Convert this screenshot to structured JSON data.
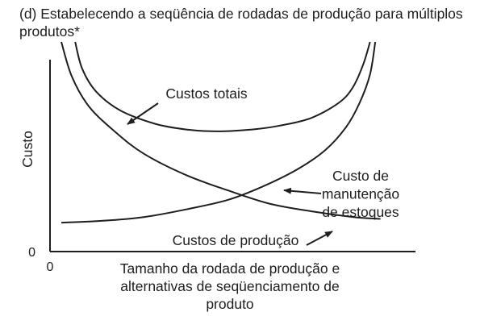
{
  "chart_data": {
    "type": "line",
    "title": "(d) Estabelecendo a seqüência de rodadas de produção para múltiplos produtos*",
    "ylabel": "Custo",
    "xlabel": "Tamanho da rodada de produção e alternativas de seqüenciamento de produto",
    "origin_x_label": "0",
    "origin_y_label": "0",
    "grid": false,
    "legend": "none",
    "axis_color": "#1e1e1e",
    "series": [
      {
        "name": "Custos totais",
        "values": [
          [
            0.04,
            1.0
          ],
          [
            0.06,
            0.86
          ],
          [
            0.1,
            0.74
          ],
          [
            0.17,
            0.64
          ],
          [
            0.27,
            0.57
          ],
          [
            0.36,
            0.54
          ],
          [
            0.45,
            0.53
          ],
          [
            0.55,
            0.54
          ],
          [
            0.63,
            0.56
          ],
          [
            0.72,
            0.6
          ],
          [
            0.8,
            0.68
          ],
          [
            0.84,
            0.76
          ],
          [
            0.87,
            0.88
          ],
          [
            0.89,
            1.0
          ]
        ]
      },
      {
        "name": "Custos de produção",
        "values": [
          [
            0.0,
            1.0
          ],
          [
            0.03,
            0.82
          ],
          [
            0.08,
            0.66
          ],
          [
            0.16,
            0.52
          ],
          [
            0.24,
            0.41
          ],
          [
            0.36,
            0.3
          ],
          [
            0.48,
            0.22
          ],
          [
            0.6,
            0.15
          ],
          [
            0.72,
            0.11
          ],
          [
            0.84,
            0.08
          ],
          [
            0.92,
            0.07
          ]
        ]
      },
      {
        "name": "Custo de manutenção de estoques",
        "values": [
          [
            0.0,
            0.05
          ],
          [
            0.12,
            0.06
          ],
          [
            0.24,
            0.08
          ],
          [
            0.36,
            0.12
          ],
          [
            0.48,
            0.17
          ],
          [
            0.58,
            0.24
          ],
          [
            0.68,
            0.33
          ],
          [
            0.76,
            0.43
          ],
          [
            0.82,
            0.55
          ],
          [
            0.86,
            0.68
          ],
          [
            0.89,
            0.83
          ],
          [
            0.905,
            1.0
          ]
        ]
      }
    ],
    "annotations": [
      {
        "text": "Custos totais",
        "lines": [
          "Custos totais"
        ]
      },
      {
        "text": "Custo de manutenção de estoques",
        "lines": [
          "Custo de",
          "manutenção",
          "de estoques"
        ]
      },
      {
        "text": "Custos de produção",
        "lines": [
          "Custos de produção"
        ]
      }
    ]
  }
}
